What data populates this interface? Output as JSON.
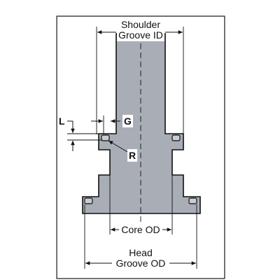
{
  "labels": {
    "shoulder_line1": "Shoulder",
    "shoulder_line2": "Groove ID",
    "g": "G",
    "l": "L",
    "r": "R",
    "core_od": "Core OD",
    "head_line1": "Head",
    "head_line2": "Groove OD"
  },
  "colors": {
    "panel_fill": "#a8adb6",
    "line": "#111111",
    "background": "#ffffff"
  }
}
